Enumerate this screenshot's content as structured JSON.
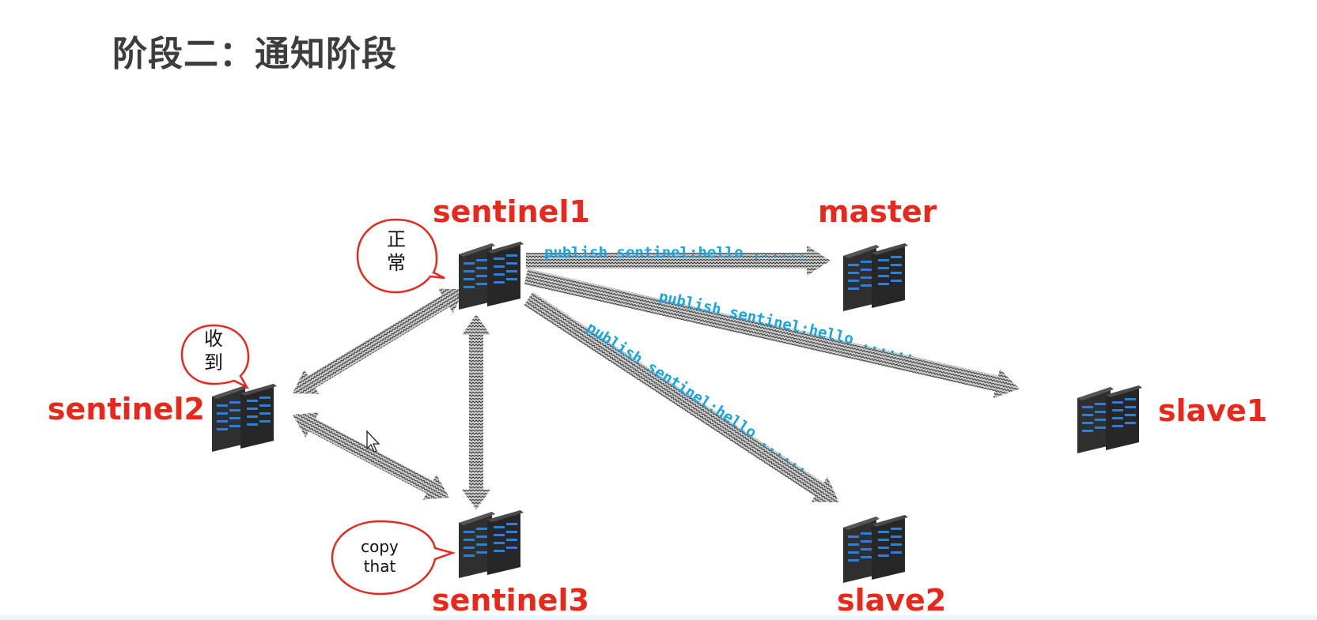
{
  "title": "阶段二：通知阶段",
  "nodes": {
    "sentinel1": "sentinel1",
    "sentinel2": "sentinel2",
    "sentinel3": "sentinel3",
    "master": "master",
    "slave1": "slave1",
    "slave2": "slave2"
  },
  "bubbles": {
    "sentinel1": [
      "正",
      "常"
    ],
    "sentinel2": [
      "收",
      "到"
    ],
    "sentinel3": [
      "copy",
      "that"
    ]
  },
  "messages": {
    "to_master": "publish sentinel:hello ,.....",
    "to_slave1": "publish sentinel:hello ......",
    "to_slave2": "publish sentinel:hello ......"
  },
  "colors": {
    "label": "#e8281a",
    "message": "#1aa6e0",
    "bubble_border": "#e8281a",
    "title": "#3d3d3d"
  },
  "icons": {
    "server": "server-rack-icon",
    "cursor": "mouse-cursor-icon"
  }
}
